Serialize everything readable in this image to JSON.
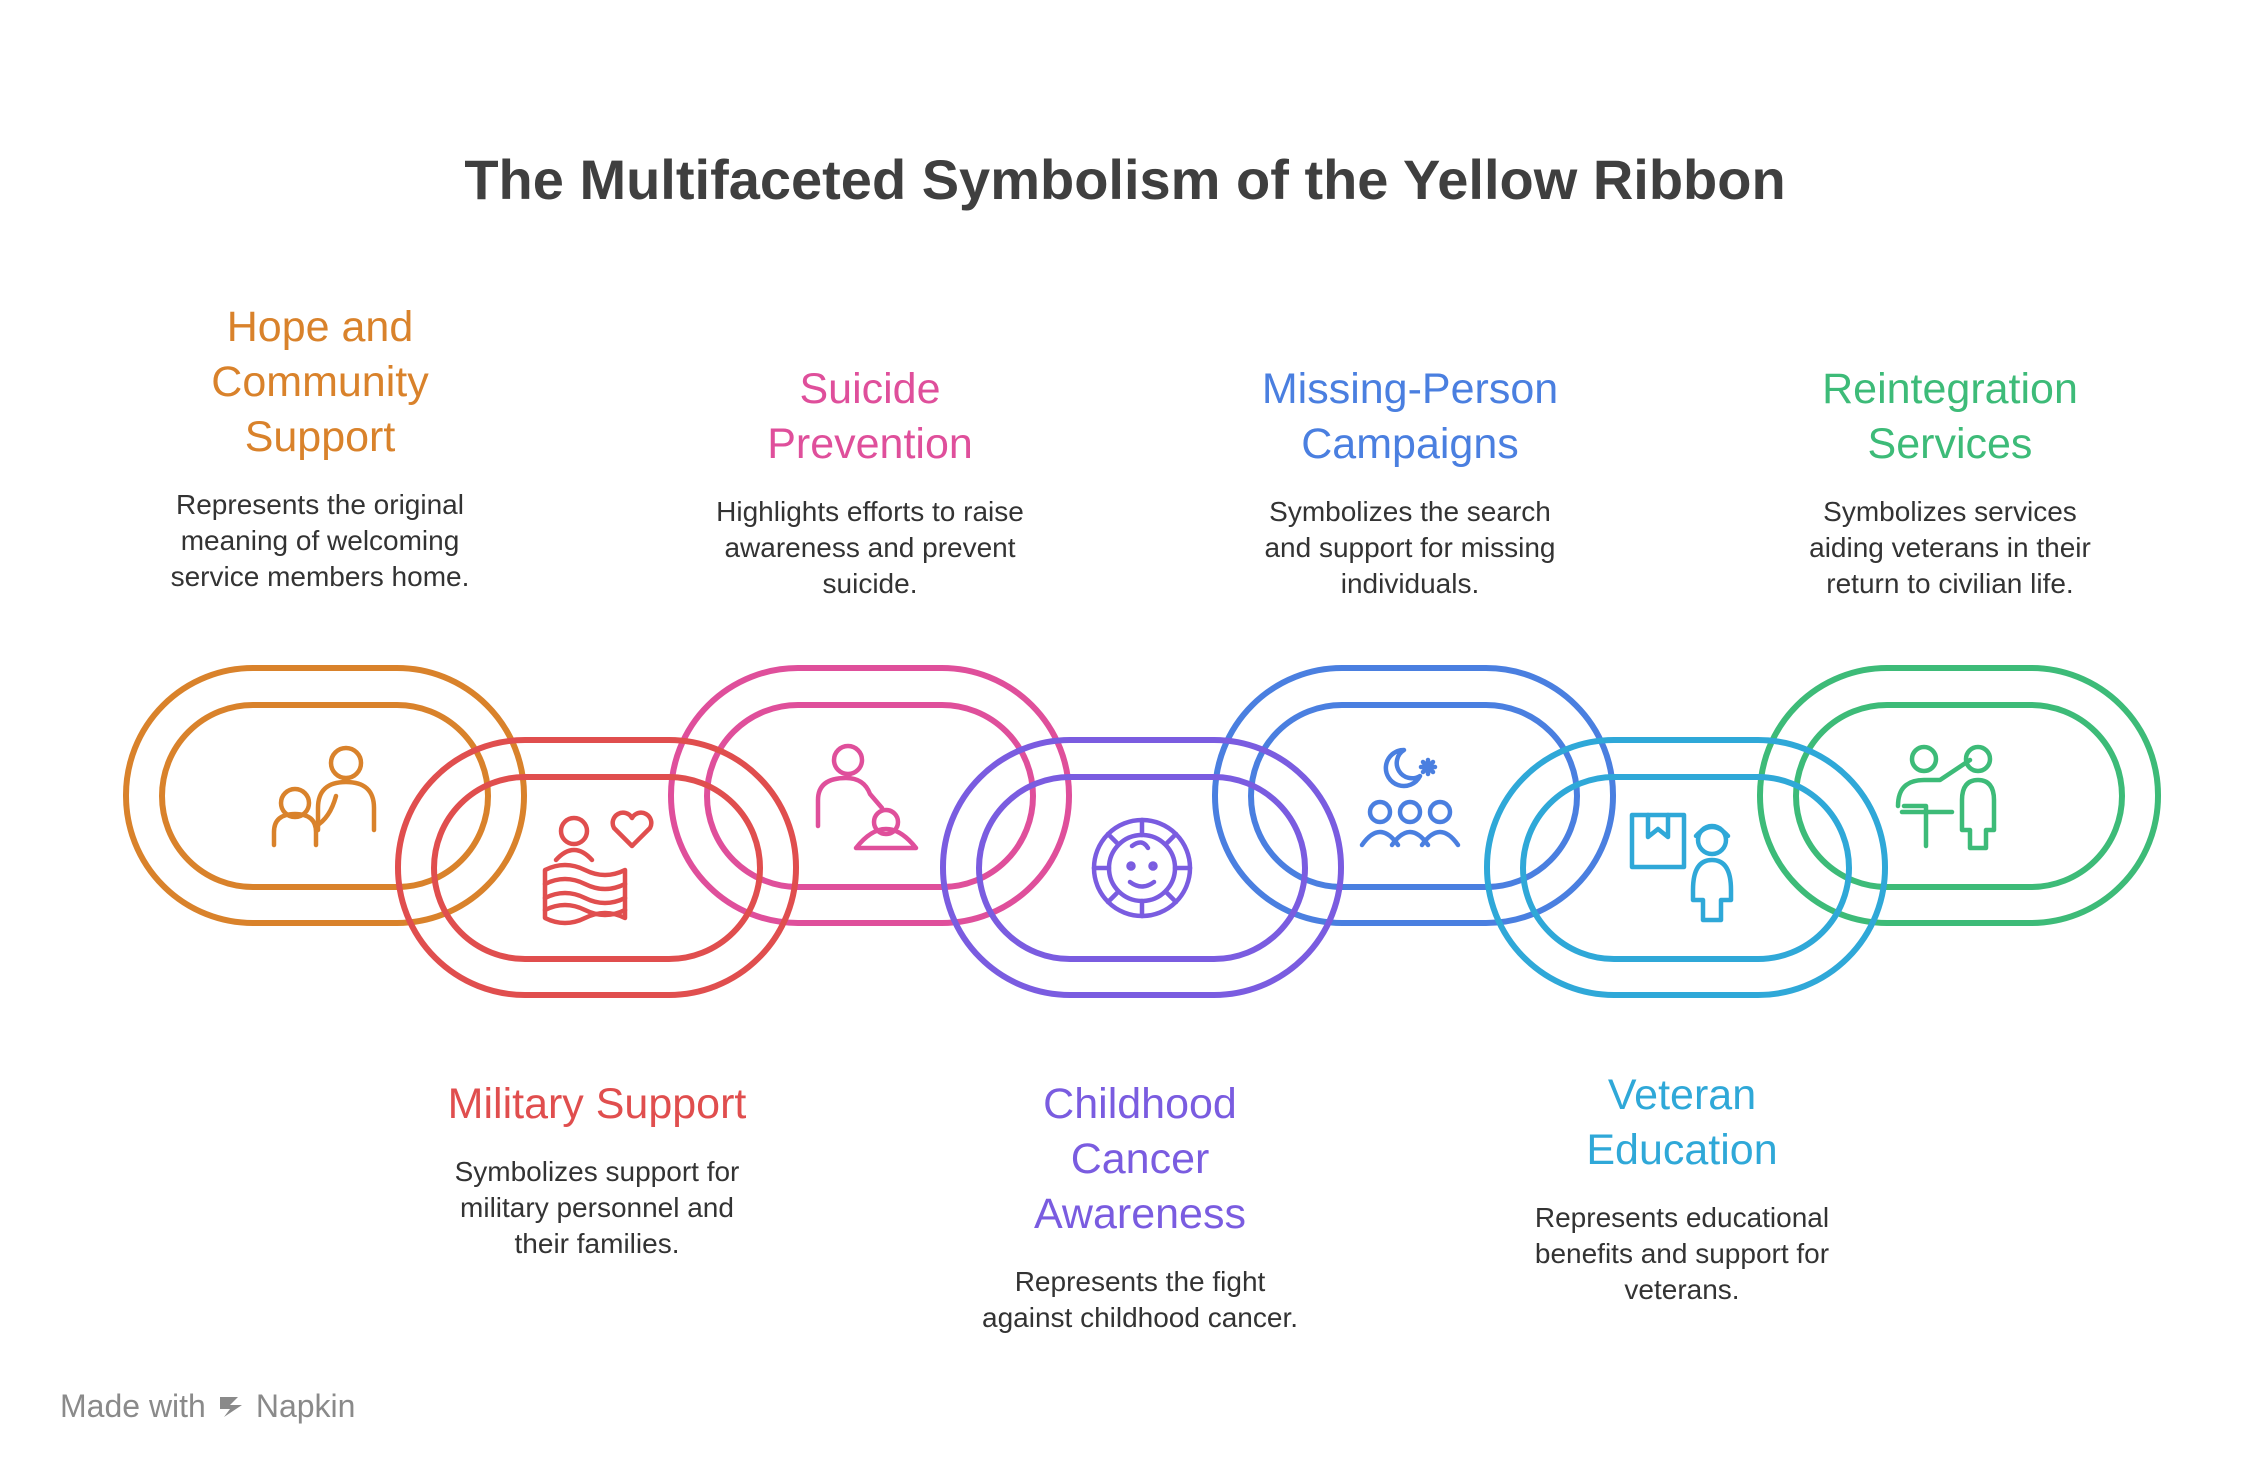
{
  "title": "The Multifaceted Symbolism of the Yellow Ribbon",
  "items": [
    {
      "heading": [
        "Hope and",
        "Community",
        "Support"
      ],
      "desc": [
        "Represents the original",
        "meaning of welcoming",
        "service members home."
      ],
      "color": "#d9822b",
      "icon": "family-support-icon"
    },
    {
      "heading": [
        "Military Support"
      ],
      "desc": [
        "Symbolizes support for",
        "military personnel and",
        "their families."
      ],
      "color": "#e04e4e",
      "icon": "flag-heart-person-icon"
    },
    {
      "heading": [
        "Suicide",
        "Prevention"
      ],
      "desc": [
        "Highlights efforts to raise",
        "awareness and prevent",
        "suicide."
      ],
      "color": "#df4f9b",
      "icon": "caregiver-icon"
    },
    {
      "heading": [
        "Childhood",
        "Cancer",
        "Awareness"
      ],
      "desc": [
        "Represents the fight",
        "against childhood cancer."
      ],
      "color": "#7a5ce0",
      "icon": "child-face-icon"
    },
    {
      "heading": [
        "Missing-Person",
        "Campaigns"
      ],
      "desc": [
        "Symbolizes the search",
        "and support for missing",
        "individuals."
      ],
      "color": "#4a7fe0",
      "icon": "night-search-group-icon"
    },
    {
      "heading": [
        "Veteran",
        "Education"
      ],
      "desc": [
        "Represents educational",
        "benefits and support for",
        "veterans."
      ],
      "color": "#2fa8d8",
      "icon": "student-package-icon"
    },
    {
      "heading": [
        "Reintegration",
        "Services"
      ],
      "desc": [
        "Symbolizes services",
        "aiding veterans in their",
        "return to civilian life."
      ],
      "color": "#3dbb78",
      "icon": "presenter-icon"
    }
  ],
  "footer": {
    "made_with": "Made with",
    "brand": "Napkin"
  }
}
